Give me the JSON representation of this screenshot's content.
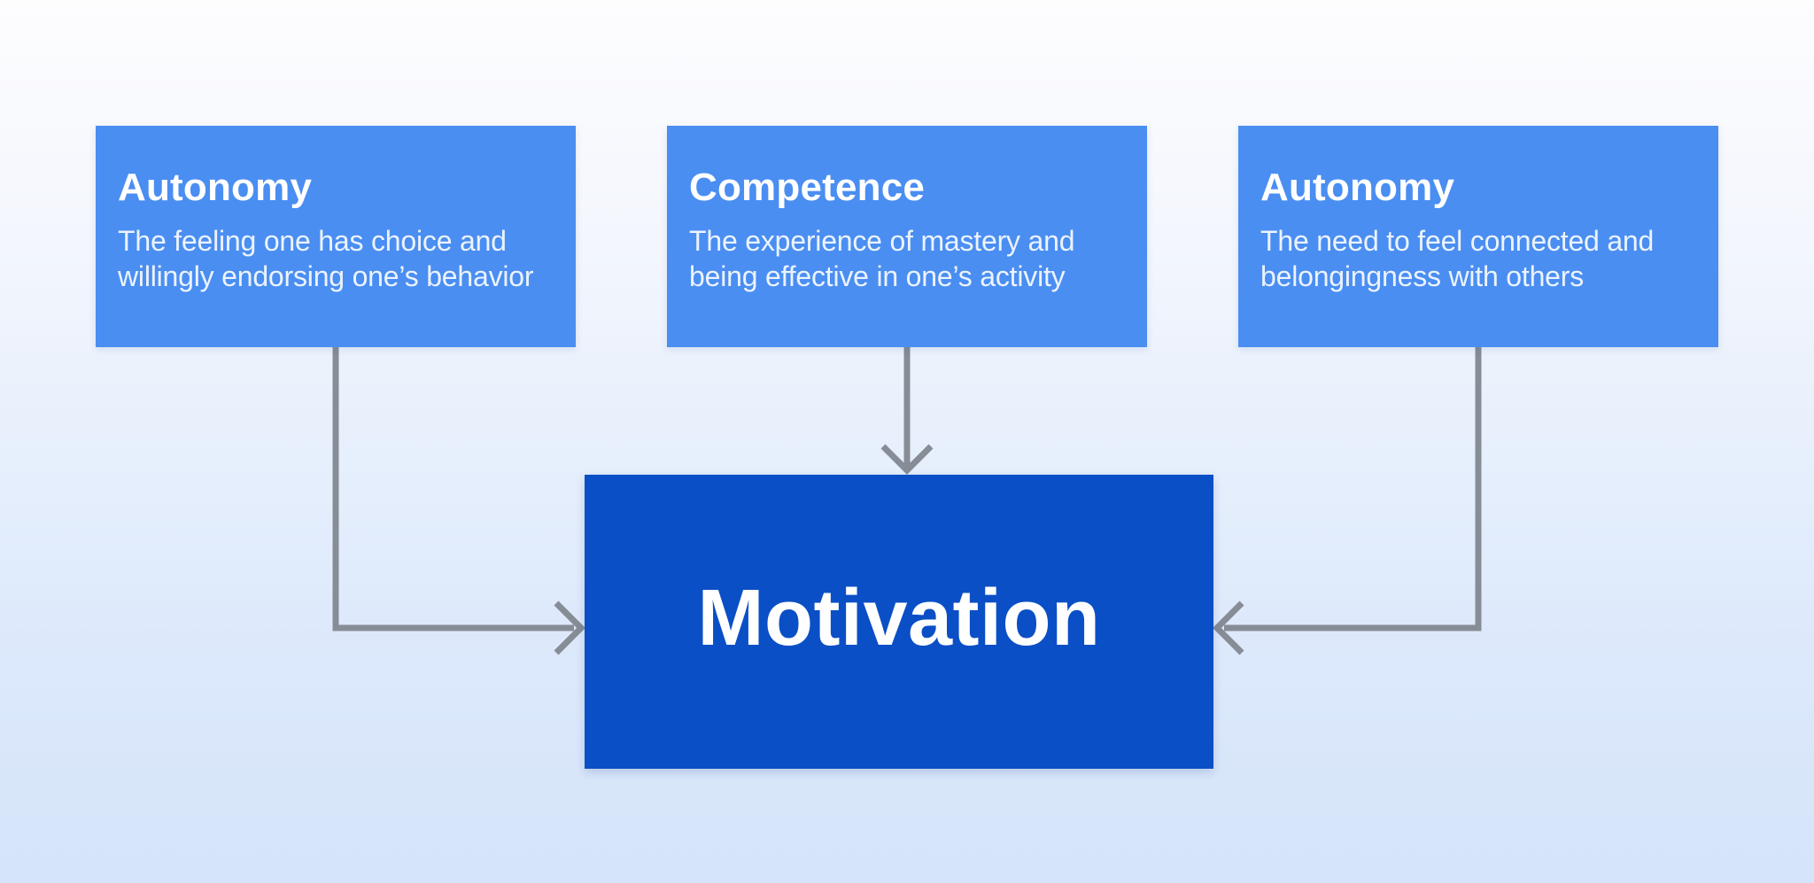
{
  "center": {
    "title": "Motivation"
  },
  "factors": [
    {
      "title": "Autonomy",
      "description": "The feeling one has choice and\nwillingly endorsing one’s behavior"
    },
    {
      "title": "Competence",
      "description": "The experience of mastery and\nbeing effective in one’s activity"
    },
    {
      "title": "Autonomy",
      "description": "The need to feel connected and\nbelongingness with others"
    }
  ],
  "colors": {
    "factor-box": "#4a8ef2",
    "center-box": "#0b4fc6",
    "arrow": "#868d96",
    "title-text": "#ffffff",
    "body-text": "#ecf3fd",
    "bg-top": "#fdfdfe",
    "bg-bottom": "#d5e4fa"
  }
}
